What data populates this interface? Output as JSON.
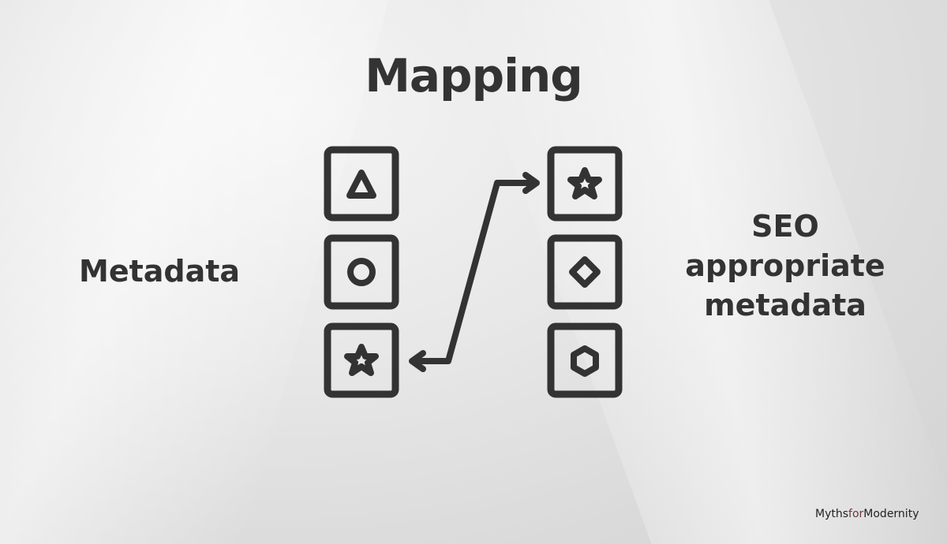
{
  "title": "Mapping",
  "left_label": "Metadata",
  "right_label": [
    "SEO",
    "appropriate",
    "metadata"
  ],
  "left_column": [
    {
      "shape": "triangle-icon"
    },
    {
      "shape": "circle-icon"
    },
    {
      "shape": "star-icon"
    }
  ],
  "right_column": [
    {
      "shape": "star-icon"
    },
    {
      "shape": "diamond-icon"
    },
    {
      "shape": "hexagon-icon"
    }
  ],
  "connector": {
    "from": "left-star",
    "to": "right-star",
    "style": "double-arrow"
  },
  "logo": {
    "part1": "Myths",
    "part2": "for",
    "part3": "Modernity"
  },
  "colors": {
    "ink": "#333333",
    "background": "#e6e6e6",
    "logo_accent": "#6a3a3a"
  }
}
